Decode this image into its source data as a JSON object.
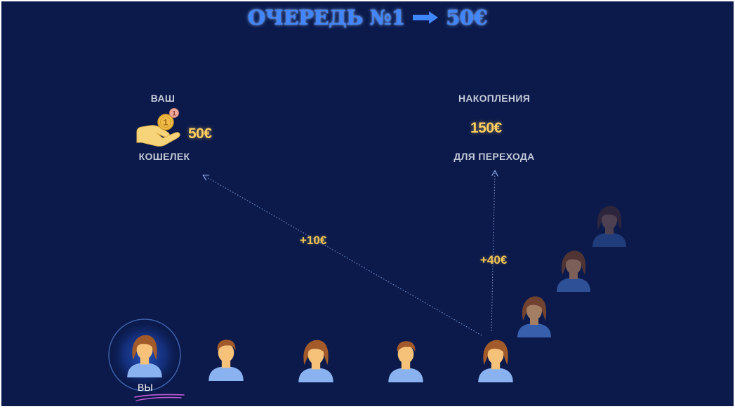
{
  "title": {
    "queue": "ОЧЕРЕДЬ №1",
    "amount": "50€"
  },
  "wallet": {
    "label_top": "ВАШ",
    "amount": "50€",
    "label_bottom": "КОШЕЛЕК",
    "coin_digit": "1",
    "badge_digit": "1"
  },
  "savings": {
    "label_top": "НАКОПЛЕНИЯ",
    "amount": "150€",
    "label_bottom": "ДЛЯ ПЕРЕХОДА"
  },
  "flows": {
    "to_wallet": "+10€",
    "to_savings": "+40€"
  },
  "queue": {
    "you_label": "ВЫ",
    "members": [
      {
        "icon": "female-person-icon",
        "role": "you"
      },
      {
        "icon": "male-person-icon"
      },
      {
        "icon": "female-person-icon"
      },
      {
        "icon": "male-person-icon"
      },
      {
        "icon": "female-person-icon"
      }
    ],
    "waiting": [
      {
        "icon": "female-person-icon"
      },
      {
        "icon": "female-person-icon"
      },
      {
        "icon": "female-person-icon"
      }
    ]
  },
  "colors": {
    "background": "#0b1a4b",
    "title": "#3f86ff",
    "amount": "#ffce61",
    "label": "#c3c9d8",
    "arrow_line": "#7f9fe0"
  }
}
